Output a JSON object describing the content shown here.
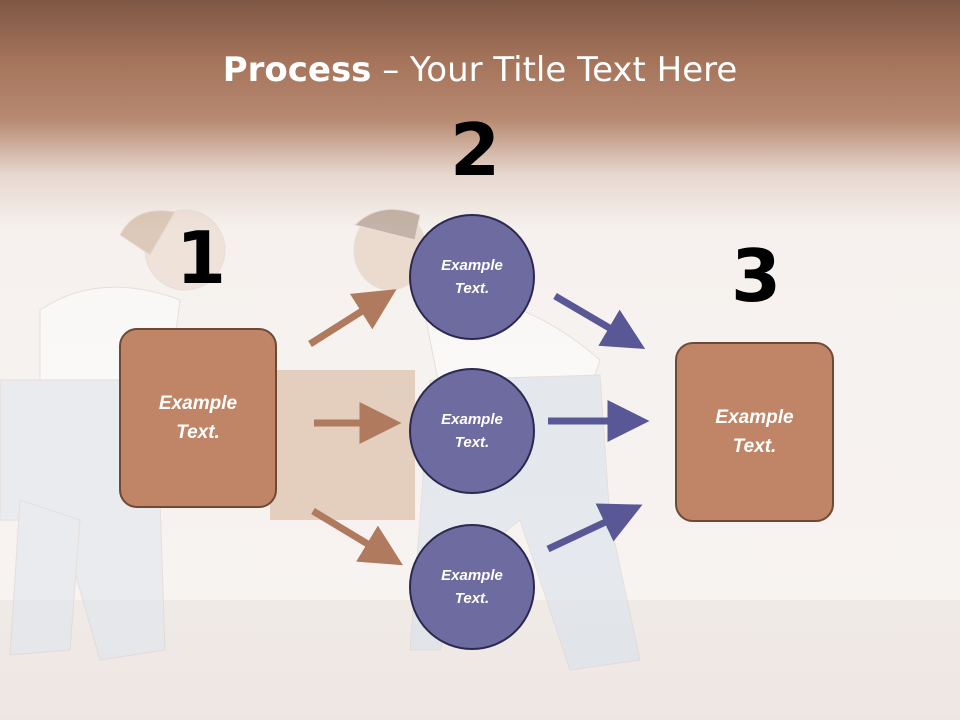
{
  "title": {
    "bold": "Process",
    "rest": " – Your Title Text Here"
  },
  "steps": [
    {
      "number": "1",
      "label": "Example\nText."
    },
    {
      "number": "2",
      "label": "Example\nText."
    },
    {
      "number": "3",
      "label": "Example\nText."
    }
  ],
  "circles": [
    {
      "label": "Example\nText."
    },
    {
      "label": "Example\nText."
    },
    {
      "label": "Example\nText."
    }
  ],
  "colors": {
    "box": "#c08466",
    "circle": "#6e6ba0",
    "arrow_left": "#b07a5f",
    "arrow_right": "#5a5796"
  }
}
